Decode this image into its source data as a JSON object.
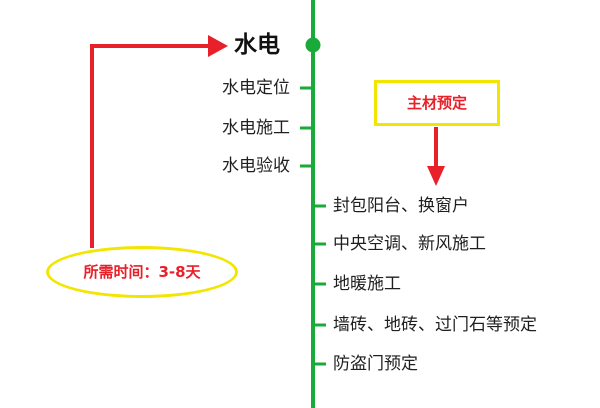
{
  "title": "水电",
  "left_items": [
    "水电定位",
    "水电施工",
    "水电验收"
  ],
  "right_items": [
    "封包阳台、换窗户",
    "中央空调、新风施工",
    "地暖施工",
    "墙砖、地砖、过门石等预定",
    "防盗门预定"
  ],
  "note_box": "主材预定",
  "time_note": "所需时间：3-8天",
  "colors": {
    "timeline": "#1aaa3a",
    "arrow": "#e8202a",
    "highlight": "#f2e600",
    "note_text": "#e8202a"
  }
}
